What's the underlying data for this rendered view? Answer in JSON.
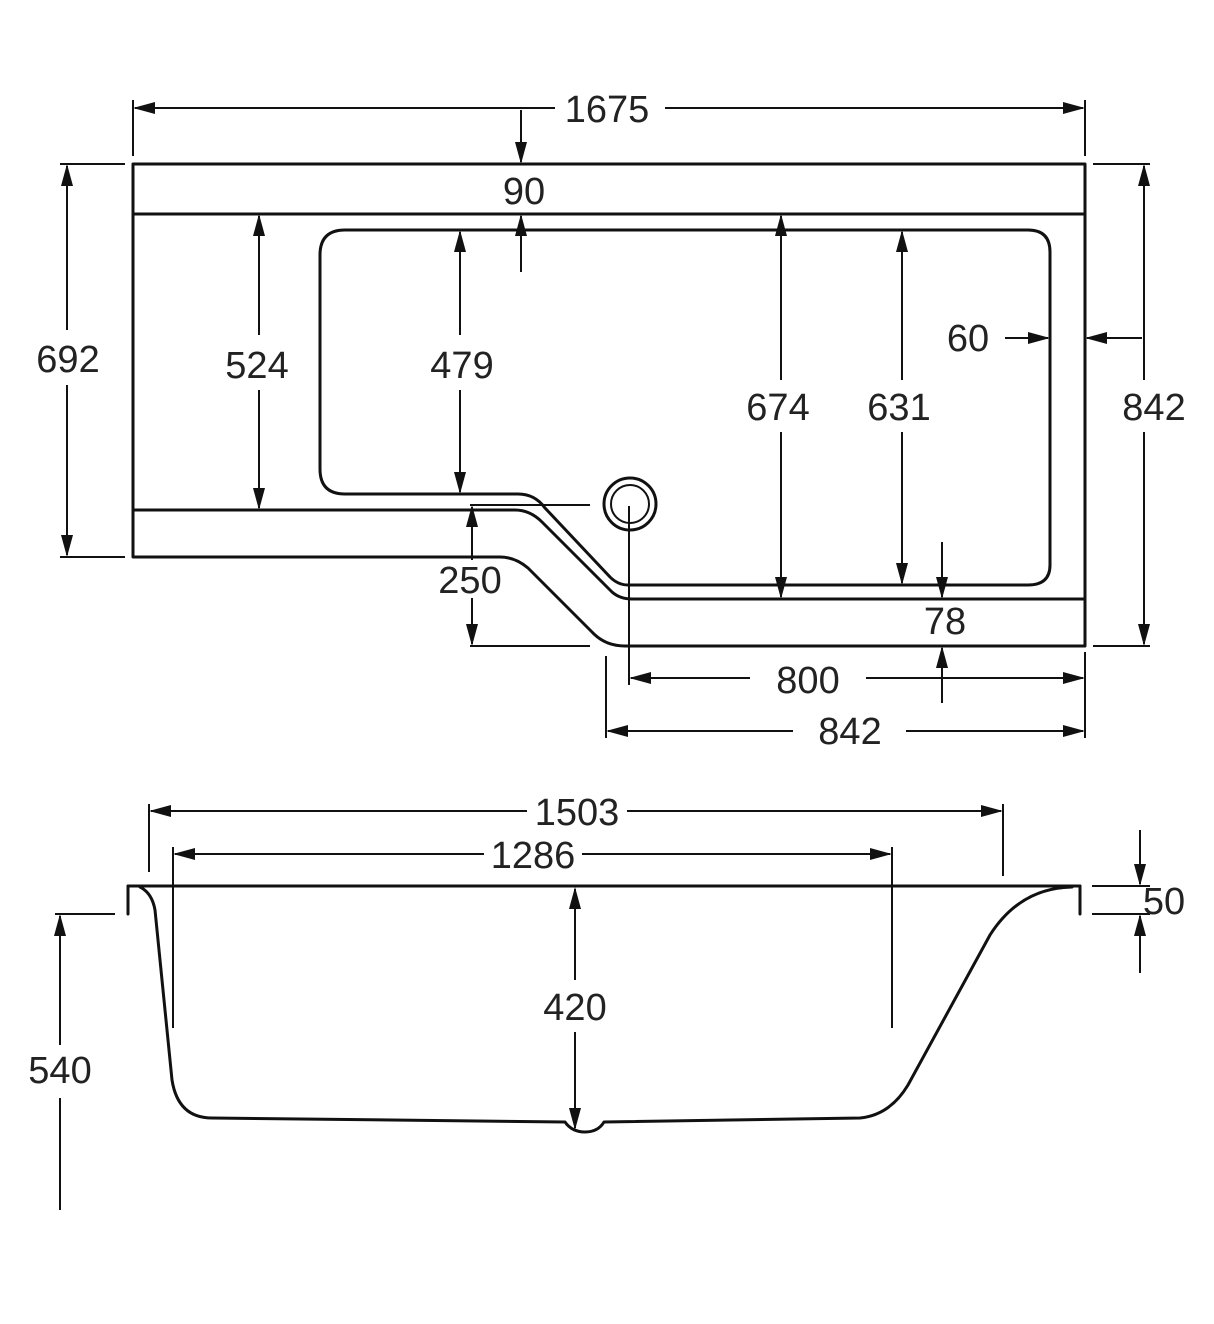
{
  "units_note": "",
  "plan_view": {
    "overall_length": "1675",
    "top_rim": "90",
    "overall_width_left": "692",
    "inner_depth_left": "524",
    "bath_depth_left": "479",
    "bath_depth_right": "674",
    "inner_depth_right": "631",
    "side_rim": "60",
    "overall_width_right": "842",
    "front_step": "250",
    "front_rim": "78",
    "waste_to_end": "800",
    "shower_end_width": "842"
  },
  "side_view": {
    "top_length": "1503",
    "base_length": "1286",
    "inner_depth": "420",
    "overall_height": "540",
    "rim_height": "50"
  },
  "colors": {
    "line": "#111111",
    "text": "#222222",
    "background": "#ffffff"
  }
}
